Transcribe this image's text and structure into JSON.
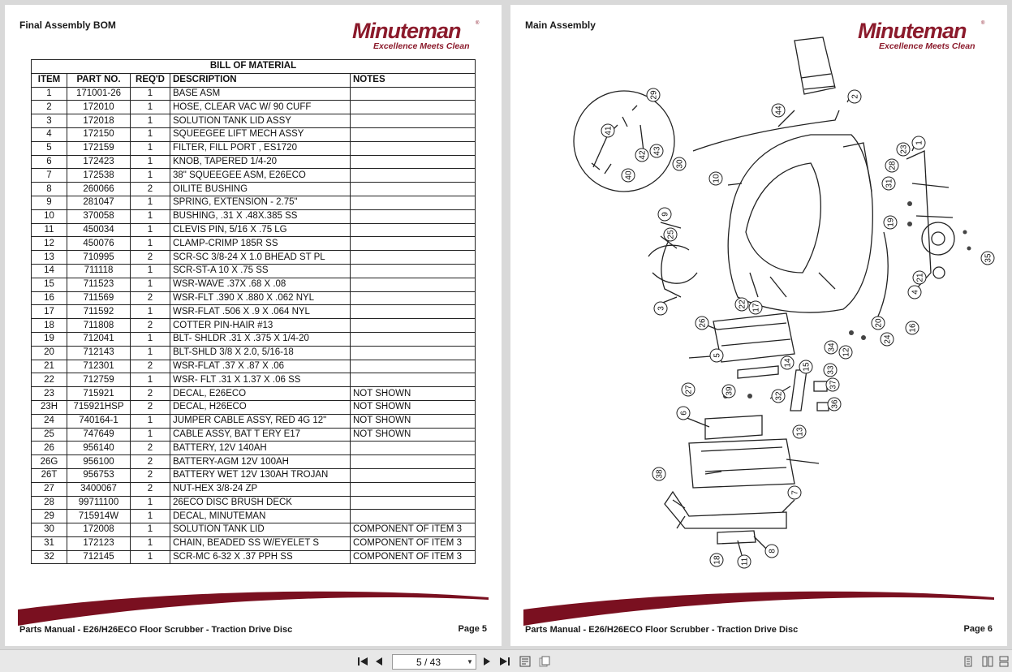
{
  "brand": {
    "name": "Minuteman",
    "tagline": "Excellence Meets Clean",
    "color": "#8b1a2b"
  },
  "left_page": {
    "title": "Final Assembly BOM",
    "table_caption": "BILL OF MATERIAL",
    "headers": [
      "ITEM",
      "PART NO.",
      "REQ'D",
      "DESCRIPTION",
      "NOTES"
    ],
    "rows": [
      [
        "1",
        "171001-26",
        "1",
        "BASE ASM",
        ""
      ],
      [
        "2",
        "172010",
        "1",
        "HOSE, CLEAR VAC W/ 90 CUFF",
        ""
      ],
      [
        "3",
        "172018",
        "1",
        "SOLUTION TANK LID ASSY",
        ""
      ],
      [
        "4",
        "172150",
        "1",
        "SQUEEGEE LIFT MECH ASSY",
        ""
      ],
      [
        "5",
        "172159",
        "1",
        "FILTER, FILL PORT , ES1720",
        ""
      ],
      [
        "6",
        "172423",
        "1",
        "KNOB, TAPERED 1/4-20",
        ""
      ],
      [
        "7",
        "172538",
        "1",
        "38\" SQUEEGEE ASM, E26ECO",
        ""
      ],
      [
        "8",
        "260066",
        "2",
        "OILITE BUSHING",
        ""
      ],
      [
        "9",
        "281047",
        "1",
        "SPRING, EXTENSION - 2.75\"",
        ""
      ],
      [
        "10",
        "370058",
        "1",
        "BUSHING, .31 X .48X.385 SS",
        ""
      ],
      [
        "11",
        "450034",
        "1",
        "CLEVIS PIN, 5/16 X .75 LG",
        ""
      ],
      [
        "12",
        "450076",
        "1",
        "CLAMP-CRIMP 185R SS",
        ""
      ],
      [
        "13",
        "710995",
        "2",
        "SCR-SC 3/8-24 X 1.0 BHEAD ST PL",
        ""
      ],
      [
        "14",
        "711118",
        "1",
        "SCR-ST-A 10 X .75 SS",
        ""
      ],
      [
        "15",
        "711523",
        "1",
        "WSR-WAVE .37X .68 X .08",
        ""
      ],
      [
        "16",
        "711569",
        "2",
        "WSR-FLT .390 X .880 X .062 NYL",
        ""
      ],
      [
        "17",
        "711592",
        "1",
        "WSR-FLAT .506 X .9 X .064 NYL",
        ""
      ],
      [
        "18",
        "711808",
        "2",
        "COTTER PIN-HAIR #13",
        ""
      ],
      [
        "19",
        "712041",
        "1",
        "BLT- SHLDR .31 X .375 X 1/4-20",
        ""
      ],
      [
        "20",
        "712143",
        "1",
        "BLT-SHLD 3/8 X 2.0, 5/16-18",
        ""
      ],
      [
        "21",
        "712301",
        "2",
        "WSR-FLAT .37 X .87 X .06",
        ""
      ],
      [
        "22",
        "712759",
        "1",
        "WSR- FLT .31 X 1.37 X .06 SS",
        ""
      ],
      [
        "23",
        "715921",
        "2",
        "DECAL, E26ECO",
        "NOT SHOWN"
      ],
      [
        "23H",
        "715921HSP",
        "2",
        "DECAL, H26ECO",
        "NOT SHOWN"
      ],
      [
        "24",
        "740164-1",
        "1",
        "JUMPER CABLE ASSY, RED 4G 12\"",
        "NOT SHOWN"
      ],
      [
        "25",
        "747649",
        "1",
        "CABLE ASSY, BAT T ERY E17",
        "NOT SHOWN"
      ],
      [
        "26",
        "956140",
        "2",
        "BATTERY, 12V 140AH",
        ""
      ],
      [
        "26G",
        "956100",
        "2",
        "BATTERY-AGM 12V 100AH",
        ""
      ],
      [
        "26T",
        "956753",
        "2",
        "BATTERY WET 12V 130AH TROJAN",
        ""
      ],
      [
        "27",
        "3400067",
        "2",
        "NUT-HEX 3/8-24 ZP",
        ""
      ],
      [
        "28",
        "99711100",
        "1",
        "26ECO DISC BRUSH DECK",
        ""
      ],
      [
        "29",
        "715914W",
        "1",
        "DECAL, MINUTEMAN",
        ""
      ],
      [
        "30",
        "172008",
        "1",
        "SOLUTION TANK LID",
        "COMPONENT OF ITEM 3"
      ],
      [
        "31",
        "172123",
        "1",
        "CHAIN, BEADED SS W/EYELET S",
        "COMPONENT OF ITEM 3"
      ],
      [
        "32",
        "712145",
        "1",
        "SCR-MC 6-32 X .37 PPH SS",
        "COMPONENT OF ITEM 3"
      ]
    ],
    "footer": "Parts Manual - E26/H26ECO Floor Scrubber - Traction Drive Disc",
    "page_label": "Page 5"
  },
  "right_page": {
    "title": "Main Assembly",
    "callouts": [
      "1",
      "2",
      "3",
      "4",
      "5",
      "6",
      "7",
      "8",
      "9",
      "10",
      "11",
      "12",
      "13",
      "14",
      "15",
      "16",
      "17",
      "18",
      "19",
      "20",
      "21",
      "22",
      "23",
      "24",
      "25",
      "26",
      "27",
      "28",
      "29",
      "30",
      "31",
      "32",
      "33",
      "34",
      "35",
      "36",
      "37",
      "38",
      "39",
      "40",
      "41",
      "42",
      "43",
      "44"
    ],
    "footer": "Parts Manual - E26/H26ECO Floor Scrubber - Traction Drive Disc",
    "page_label": "Page 6"
  },
  "toolbar": {
    "page_indicator": "5 / 43",
    "icons": [
      "first-page-icon",
      "previous-page-icon",
      "next-page-icon",
      "last-page-icon",
      "fit-page-icon",
      "actual-size-icon",
      "single-page-view-icon",
      "two-page-view-icon",
      "continuous-view-icon"
    ]
  }
}
